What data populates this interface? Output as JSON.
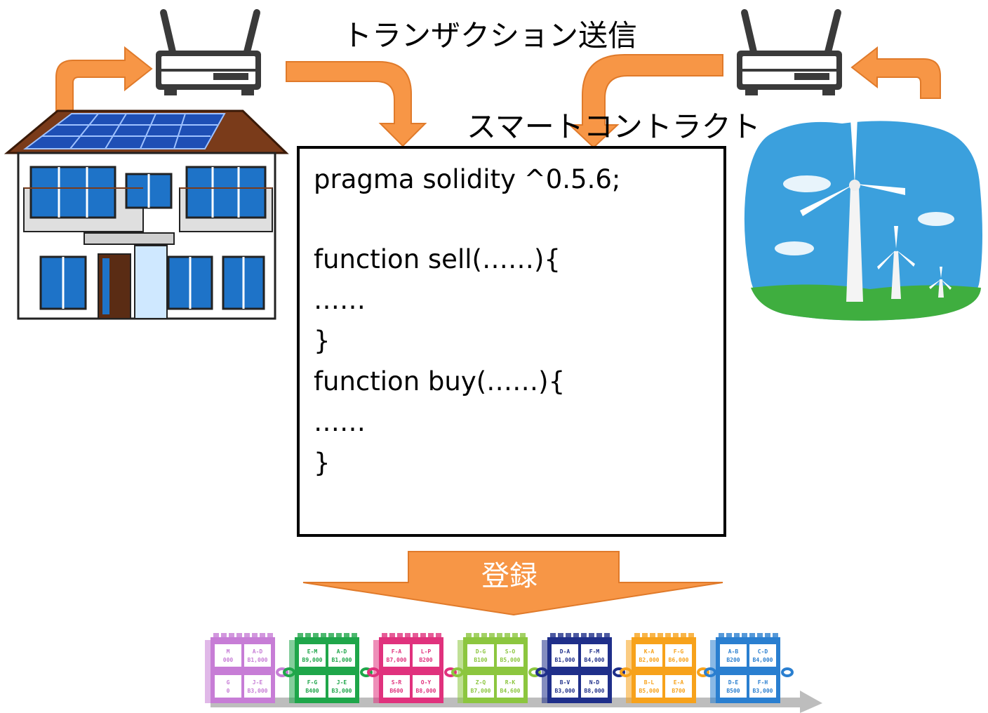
{
  "labels": {
    "transaction": "トランザクション送信",
    "smart_contract": "スマートコントラクト",
    "register": "登録"
  },
  "code": {
    "lines": [
      "pragma solidity ^0.5.6;",
      "",
      "function sell(……){",
      "……",
      "}",
      "function buy(……){",
      "……",
      "}"
    ]
  },
  "colors": {
    "arrow": "#F79646",
    "router": "#3a3a3a",
    "chain_arrow": "#bdbdbd"
  },
  "blockchain": {
    "blocks": [
      {
        "color": "#c77dd6",
        "cells": [
          [
            "M",
            "000"
          ],
          [
            "A-D",
            "B1,000"
          ],
          [
            "G",
            "0"
          ],
          [
            "J-E",
            "B3,000"
          ]
        ]
      },
      {
        "color": "#1fa64a",
        "cells": [
          [
            "E-M",
            "B9,000"
          ],
          [
            "A-D",
            "B1,000"
          ],
          [
            "F-G",
            "B400"
          ],
          [
            "J-E",
            "B3,000"
          ]
        ]
      },
      {
        "color": "#e0327d",
        "cells": [
          [
            "F-A",
            "B7,000"
          ],
          [
            "L-P",
            "B200"
          ],
          [
            "S-R",
            "B600"
          ],
          [
            "O-Y",
            "B8,000"
          ]
        ]
      },
      {
        "color": "#8cc63f",
        "cells": [
          [
            "D-G",
            "B100"
          ],
          [
            "S-O",
            "B5,000"
          ],
          [
            "Z-Q",
            "B7,000"
          ],
          [
            "R-K",
            "B4,600"
          ]
        ]
      },
      {
        "color": "#1f2f8a",
        "cells": [
          [
            "D-A",
            "B1,000"
          ],
          [
            "F-M",
            "B4,000"
          ],
          [
            "B-V",
            "B3,000"
          ],
          [
            "N-D",
            "B8,000"
          ]
        ]
      },
      {
        "color": "#f7a21b",
        "cells": [
          [
            "K-A",
            "B2,000"
          ],
          [
            "F-G",
            "B6,000"
          ],
          [
            "B-L",
            "B5,000"
          ],
          [
            "E-A",
            "B700"
          ]
        ]
      },
      {
        "color": "#2a7fd0",
        "cells": [
          [
            "A-B",
            "B200"
          ],
          [
            "C-D",
            "B4,000"
          ],
          [
            "D-E",
            "B500"
          ],
          [
            "F-H",
            "B3,000"
          ]
        ]
      }
    ]
  }
}
